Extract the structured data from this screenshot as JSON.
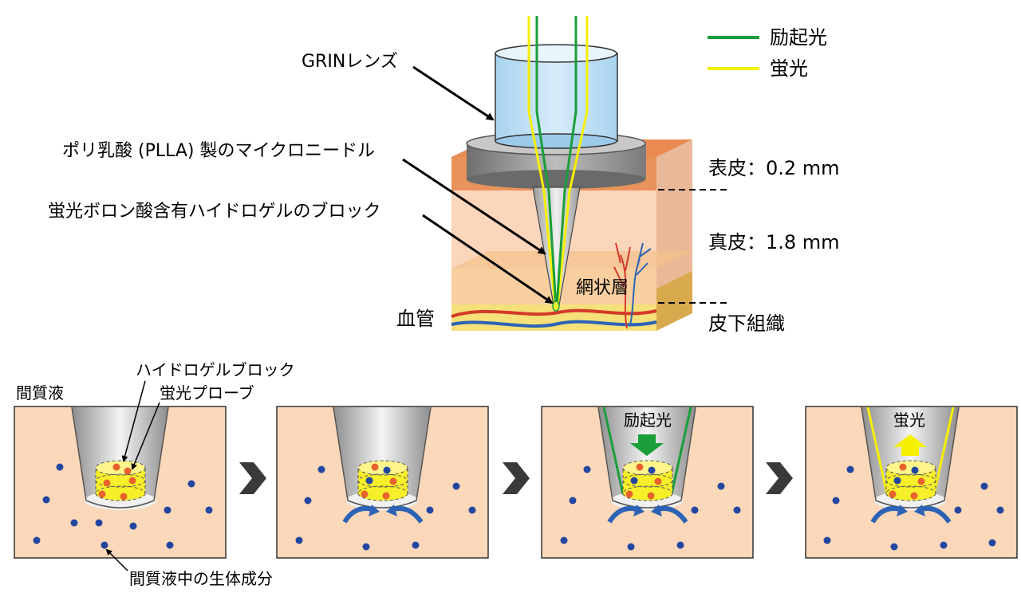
{
  "legend": {
    "excitation": {
      "label": "励起光",
      "color": "#1a9e3a"
    },
    "fluorescence": {
      "label": "蛍光",
      "color": "#f5f000"
    }
  },
  "top": {
    "grin_lens": "GRINレンズ",
    "needle": "ポリ乳酸 (PLLA) 製のマイクロニードル",
    "block": "蛍光ボロン酸含有ハイドロゲルのブロック",
    "vessel": "血管",
    "reticular": "網状層",
    "epidermis": "表皮：0.2 mm",
    "dermis": "真皮：1.8 mm",
    "subcutis": "皮下組織"
  },
  "bottom": {
    "isf": "間質液",
    "hydrogel_block": "ハイドロゲルブロック",
    "probe": "蛍光プローブ",
    "biocomponent": "間質液中の生体成分",
    "panel3_label": "励起光",
    "panel4_label": "蛍光"
  },
  "colors": {
    "skin_bg": "#fbd8b9",
    "epidermis": "#e8935a",
    "hydrogel": "#f6ef2a",
    "molecule": "#2346a0",
    "probe_dot": "#e8622e",
    "arrow_dark": "#3a3a3a",
    "flow_arrow": "#2d63b5"
  }
}
